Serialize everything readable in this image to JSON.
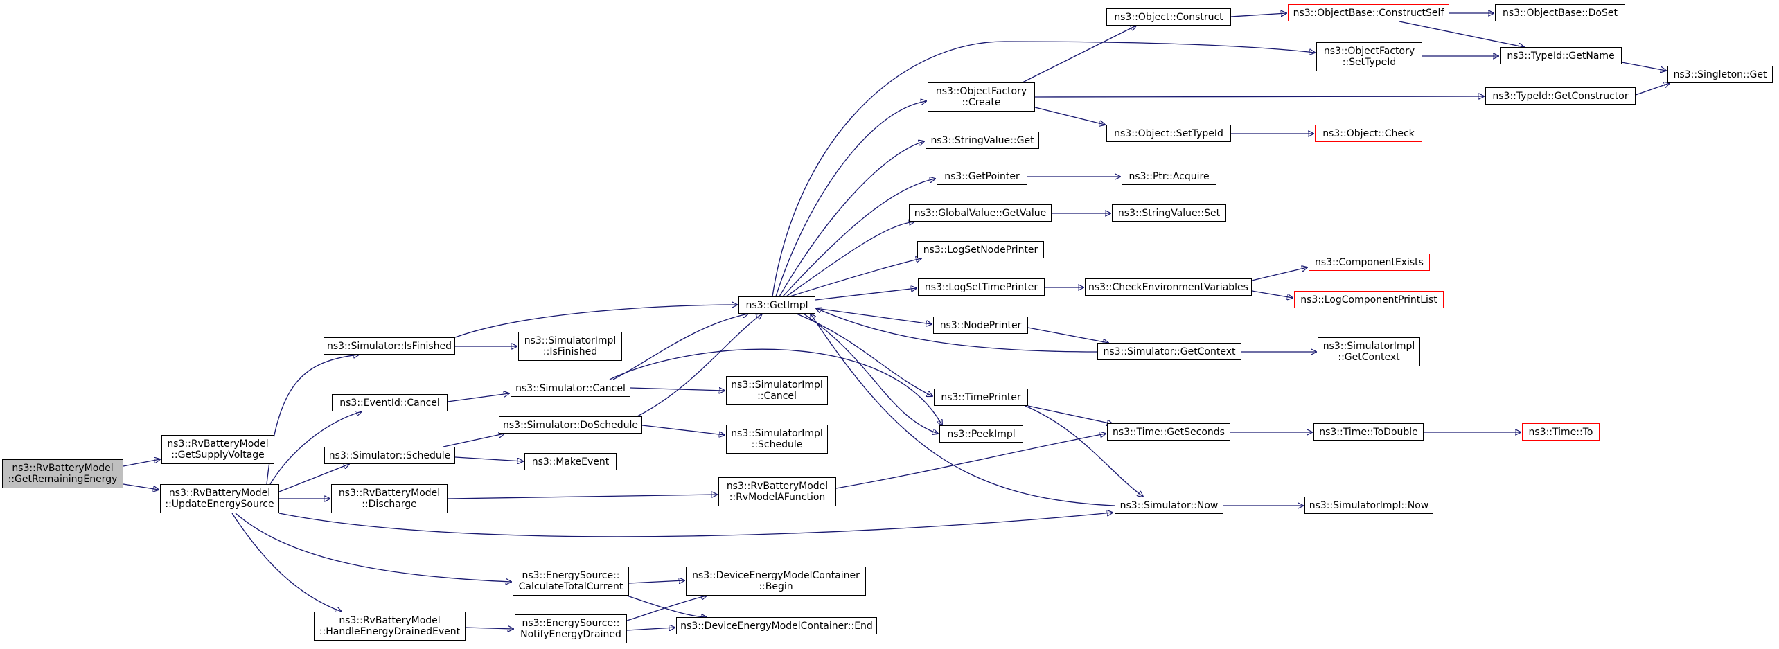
{
  "colors": {
    "edge": "#191970",
    "root_fill": "#bfbfbf",
    "truncated_border": "#ff0000",
    "node_border": "#000000"
  },
  "nodes": {
    "root": {
      "lines": [
        "ns3::RvBatteryModel",
        "::GetRemainingEnergy"
      ]
    },
    "getsupplyvoltage": {
      "lines": [
        "ns3::RvBatteryModel",
        "::GetSupplyVoltage"
      ]
    },
    "updateenergysource": {
      "lines": [
        "ns3::RvBatteryModel",
        "::UpdateEnergySource"
      ]
    },
    "sim_isfinished": {
      "lines": [
        "ns3::Simulator::IsFinished"
      ]
    },
    "eventid_cancel": {
      "lines": [
        "ns3::EventId::Cancel"
      ]
    },
    "sim_schedule": {
      "lines": [
        "ns3::Simulator::Schedule"
      ]
    },
    "discharge": {
      "lines": [
        "ns3::RvBatteryModel",
        "::Discharge"
      ]
    },
    "handledrained": {
      "lines": [
        "ns3::RvBatteryModel",
        "::HandleEnergyDrainedEvent"
      ]
    },
    "simimpl_isfinished": {
      "lines": [
        "ns3::SimulatorImpl",
        "::IsFinished"
      ]
    },
    "sim_cancel": {
      "lines": [
        "ns3::Simulator::Cancel"
      ]
    },
    "sim_doschedule": {
      "lines": [
        "ns3::Simulator::DoSchedule"
      ]
    },
    "makeevent": {
      "lines": [
        "ns3::MakeEvent"
      ]
    },
    "calctotal": {
      "lines": [
        "ns3::EnergySource::",
        "CalculateTotalCurrent"
      ]
    },
    "notifydrained": {
      "lines": [
        "ns3::EnergySource::",
        "NotifyEnergyDrained"
      ]
    },
    "getimpl": {
      "lines": [
        "ns3::GetImpl"
      ]
    },
    "simimpl_cancel": {
      "lines": [
        "ns3::SimulatorImpl",
        "::Cancel"
      ]
    },
    "simimpl_schedule": {
      "lines": [
        "ns3::SimulatorImpl",
        "::Schedule"
      ]
    },
    "rvmodelafunc": {
      "lines": [
        "ns3::RvBatteryModel",
        "::RvModelAFunction"
      ]
    },
    "demc_begin": {
      "lines": [
        "ns3::DeviceEnergyModelContainer",
        "::Begin"
      ]
    },
    "demc_end": {
      "lines": [
        "ns3::DeviceEnergyModelContainer::End"
      ]
    },
    "objfactory_create": {
      "lines": [
        "ns3::ObjectFactory",
        "::Create"
      ]
    },
    "stringvalue_get": {
      "lines": [
        "ns3::StringValue::Get"
      ]
    },
    "getpointer": {
      "lines": [
        "ns3::GetPointer"
      ]
    },
    "globalvalue_getvalue": {
      "lines": [
        "ns3::GlobalValue::GetValue"
      ]
    },
    "logsetnodeprinter": {
      "lines": [
        "ns3::LogSetNodePrinter"
      ]
    },
    "logsettimeprinter": {
      "lines": [
        "ns3::LogSetTimePrinter"
      ]
    },
    "nodeprinter": {
      "lines": [
        "ns3::NodePrinter"
      ]
    },
    "timeprinter": {
      "lines": [
        "ns3::TimePrinter"
      ]
    },
    "peekimpl": {
      "lines": [
        "ns3::PeekImpl"
      ]
    },
    "object_construct": {
      "lines": [
        "ns3::Object::Construct"
      ]
    },
    "object_settypeid": {
      "lines": [
        "ns3::Object::SetTypeId"
      ]
    },
    "ptr_acquire": {
      "lines": [
        "ns3::Ptr::Acquire"
      ]
    },
    "stringvalue_set": {
      "lines": [
        "ns3::StringValue::Set"
      ]
    },
    "checkenvvars": {
      "lines": [
        "ns3::CheckEnvironmentVariables"
      ]
    },
    "sim_getcontext": {
      "lines": [
        "ns3::Simulator::GetContext"
      ]
    },
    "time_getseconds": {
      "lines": [
        "ns3::Time::GetSeconds"
      ]
    },
    "sim_now": {
      "lines": [
        "ns3::Simulator::Now"
      ]
    },
    "objbase_constructself": {
      "lines": [
        "ns3::ObjectBase::ConstructSelf"
      ]
    },
    "objfactory_settypeid": {
      "lines": [
        "ns3::ObjectFactory",
        "::SetTypeId"
      ]
    },
    "object_check": {
      "lines": [
        "ns3::Object::Check"
      ]
    },
    "componentexists": {
      "lines": [
        "ns3::ComponentExists"
      ]
    },
    "logcompprintlist": {
      "lines": [
        "ns3::LogComponentPrintList"
      ]
    },
    "simimpl_getcontext": {
      "lines": [
        "ns3::SimulatorImpl",
        "::GetContext"
      ]
    },
    "time_todouble": {
      "lines": [
        "ns3::Time::ToDouble"
      ]
    },
    "simimpl_now": {
      "lines": [
        "ns3::SimulatorImpl::Now"
      ]
    },
    "objbase_doset": {
      "lines": [
        "ns3::ObjectBase::DoSet"
      ]
    },
    "typeid_getname": {
      "lines": [
        "ns3::TypeId::GetName"
      ]
    },
    "typeid_getconstructor": {
      "lines": [
        "ns3::TypeId::GetConstructor"
      ]
    },
    "time_to": {
      "lines": [
        "ns3::Time::To"
      ]
    },
    "singleton_get": {
      "lines": [
        "ns3::Singleton::Get"
      ]
    }
  }
}
